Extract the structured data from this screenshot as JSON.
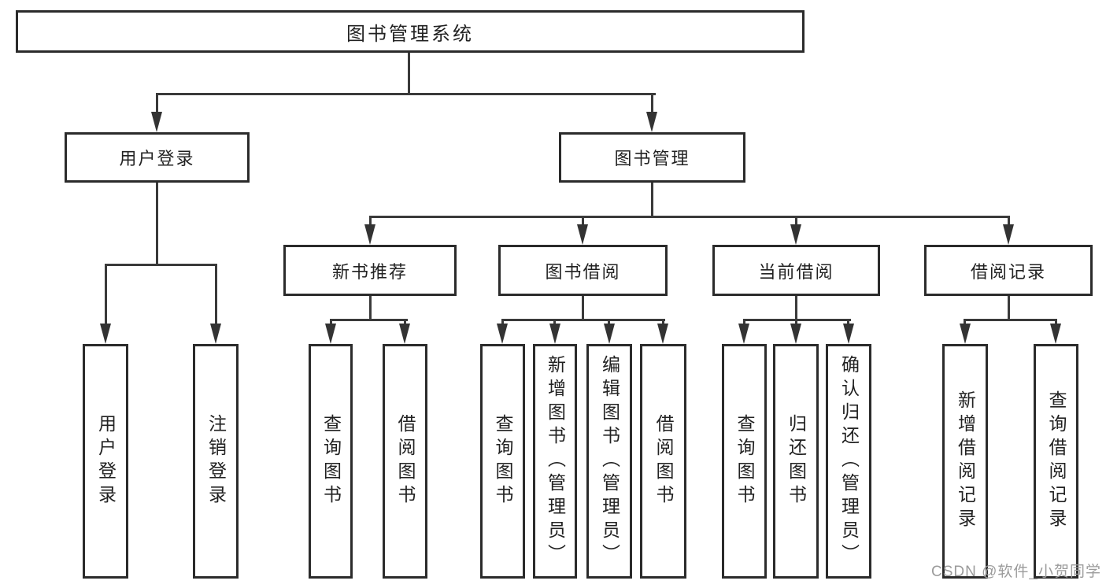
{
  "nodes": {
    "root": "图书管理系统",
    "l2": [
      "用户登录",
      "图书管理"
    ],
    "l3": [
      "新书推荐",
      "图书借阅",
      "当前借阅",
      "借阅记录"
    ],
    "l4": {
      "user_login": [
        "用户登录",
        "注销登录"
      ],
      "new_books": [
        "查询图书",
        "借阅图书"
      ],
      "book_borrow": [
        "查询图书",
        "新增图书（管理员）",
        "编辑图书（管理员）",
        "借阅图书"
      ],
      "current_borrow": [
        "查询图书",
        "归还图书",
        "确认归还（管理员）"
      ],
      "borrow_records": [
        "新增借阅记录",
        "查询借阅记录"
      ]
    }
  },
  "watermark": "CSDN @软件_小贺同学",
  "colors": {
    "line": "#3a3a3a",
    "box_border": "#2b2b2b",
    "text": "#222222",
    "watermark": "#9b9b9b",
    "background": "#ffffff"
  }
}
